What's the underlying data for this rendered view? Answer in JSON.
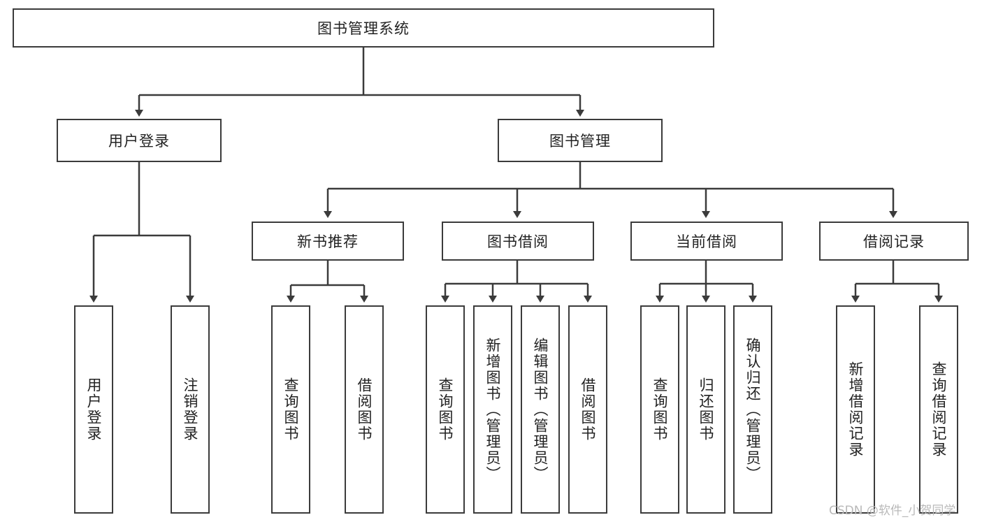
{
  "diagram": {
    "title": "图书管理系统",
    "watermark": "CSDN @软件_小贺同学",
    "colors": {
      "stroke": "#3b3b3b",
      "background": "#ffffff",
      "text": "#222222",
      "watermark": "#b9b9b9"
    },
    "root": {
      "label": "图书管理系统"
    },
    "level2": [
      {
        "label": "用户登录"
      },
      {
        "label": "图书管理"
      }
    ],
    "level3": [
      {
        "label": "新书推荐"
      },
      {
        "label": "图书借阅"
      },
      {
        "label": "当前借阅"
      },
      {
        "label": "借阅记录"
      }
    ],
    "leaves": {
      "user_login": [
        {
          "label": "用户登录"
        },
        {
          "label": "注销登录"
        }
      ],
      "new_book": [
        {
          "label": "查询图书"
        },
        {
          "label": "借阅图书"
        }
      ],
      "borrow": [
        {
          "label": "查询图书"
        },
        {
          "label": "新增图书（管理员）"
        },
        {
          "label": "编辑图书（管理员）"
        },
        {
          "label": "借阅图书"
        }
      ],
      "current": [
        {
          "label": "查询图书"
        },
        {
          "label": "归还图书"
        },
        {
          "label": "确认归还（管理员）"
        }
      ],
      "records": [
        {
          "label": "新增借阅记录"
        },
        {
          "label": "查询借阅记录"
        }
      ]
    }
  }
}
